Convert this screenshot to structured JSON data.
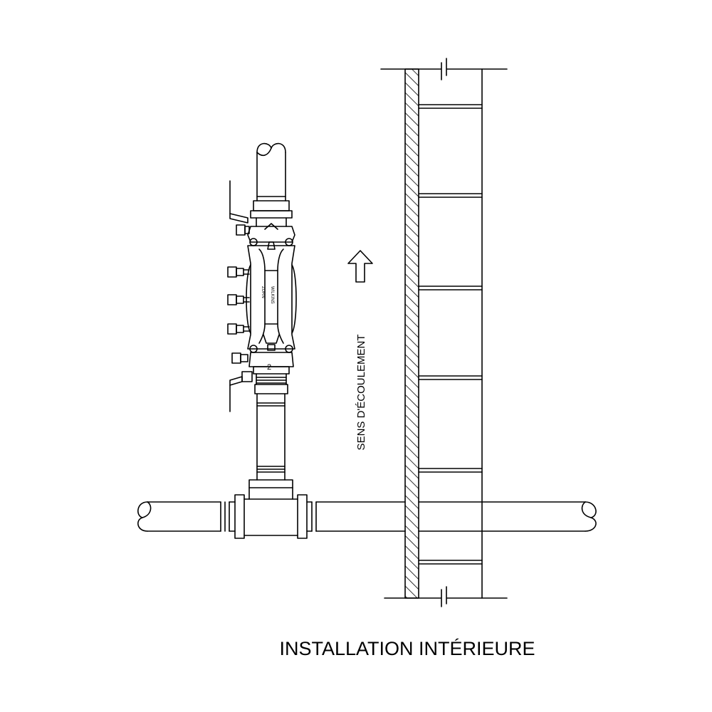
{
  "diagram": {
    "caption": "INSTALLATION INTÉRIEURE",
    "flow_label": "SENS D'ÉCOULEMENT",
    "valve_number": "2",
    "valve_brand_top": "ZURN",
    "valve_brand_side": "WILKINS",
    "colors": {
      "line": "#000000",
      "background": "#ffffff"
    },
    "icons": [
      "flow-direction-arrow-icon"
    ]
  }
}
